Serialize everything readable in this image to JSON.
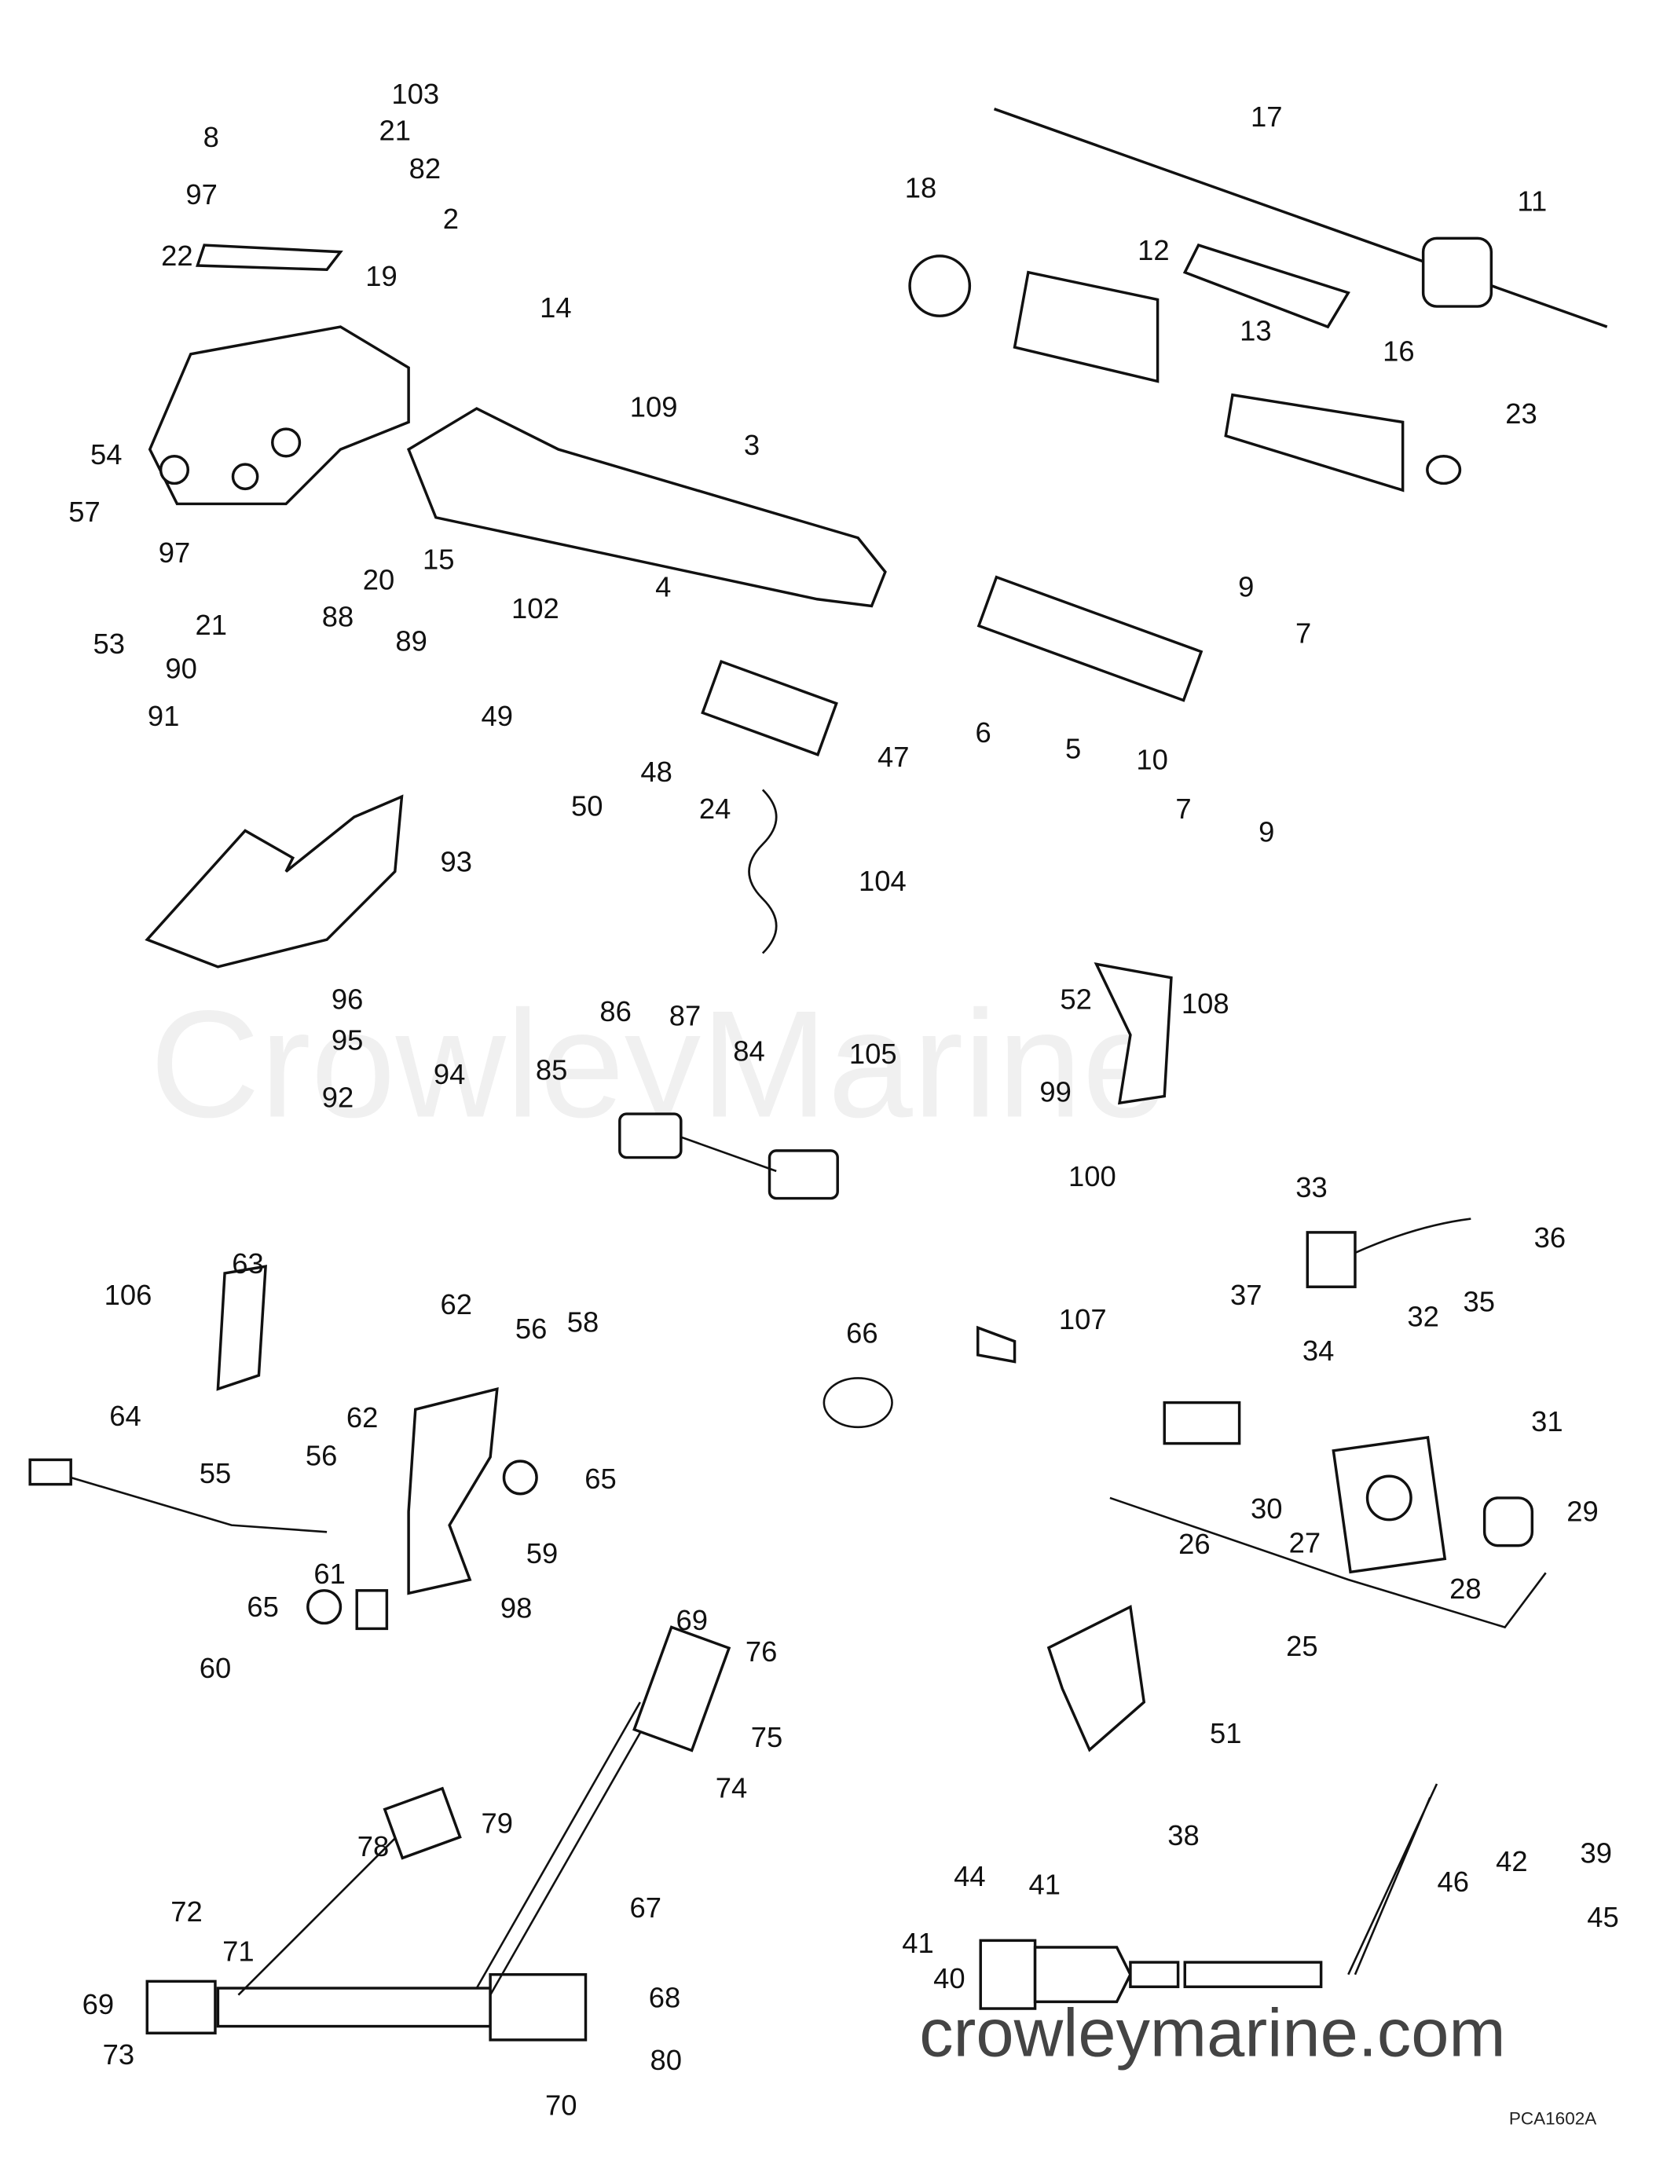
{
  "diagram_code": "PCA1602A",
  "watermark": "CrowleyMarine",
  "site_footer": "crowleymarine.com",
  "labels": [
    "103",
    "8",
    "21",
    "82",
    "97",
    "22",
    "19",
    "2",
    "14",
    "109",
    "3",
    "54",
    "57",
    "97",
    "20",
    "15",
    "21",
    "53",
    "88",
    "4",
    "102",
    "89",
    "90",
    "91",
    "49",
    "48",
    "47",
    "50",
    "24",
    "6",
    "5",
    "9",
    "7",
    "10",
    "7",
    "9",
    "104",
    "93",
    "96",
    "95",
    "94",
    "92",
    "86",
    "87",
    "85",
    "84",
    "105",
    "52",
    "108",
    "99",
    "100",
    "33",
    "36",
    "37",
    "32",
    "35",
    "34",
    "18",
    "17",
    "11",
    "12",
    "13",
    "16",
    "23",
    "106",
    "63",
    "62",
    "56",
    "58",
    "64",
    "62",
    "56",
    "55",
    "65",
    "59",
    "61",
    "65",
    "98",
    "60",
    "66",
    "107",
    "31",
    "26",
    "30",
    "27",
    "29",
    "28",
    "25",
    "51",
    "69",
    "76",
    "75",
    "74",
    "78",
    "79",
    "67",
    "72",
    "71",
    "69",
    "73",
    "68",
    "80",
    "70",
    "38",
    "44",
    "41",
    "41",
    "40",
    "42",
    "39",
    "46",
    "45"
  ]
}
